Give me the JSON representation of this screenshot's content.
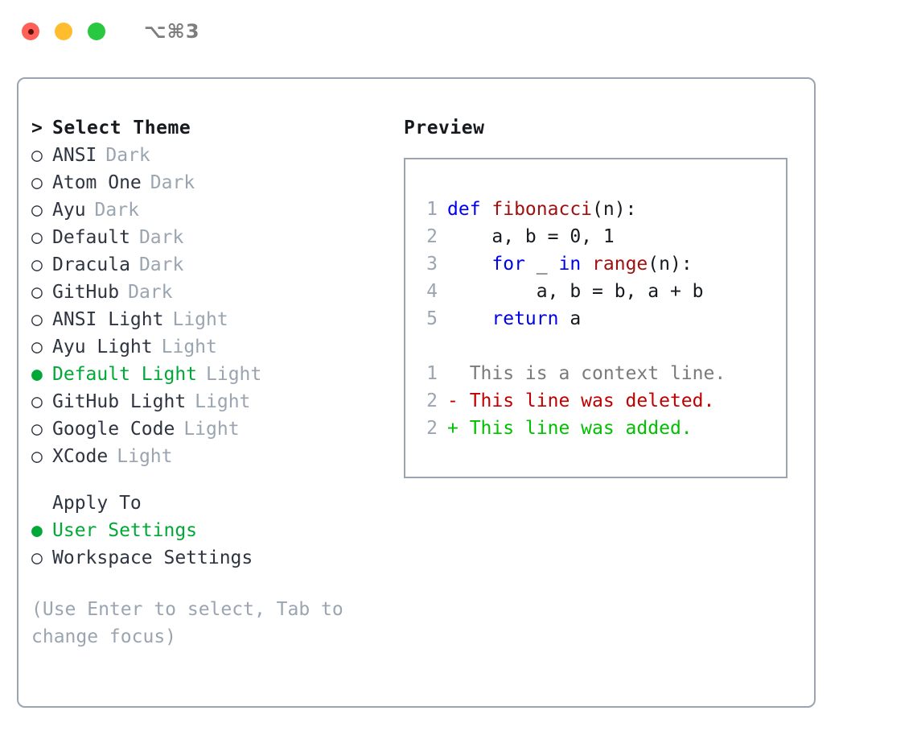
{
  "window": {
    "traffic_lights": [
      "close",
      "minimize",
      "maximize"
    ],
    "shortcut_hint": "⌥⌘3",
    "accent_green": "#00a838",
    "border_color": "#9aa5b1",
    "muted_color": "#9aa5b1"
  },
  "theme_list": {
    "header_prefix": ">",
    "header_label": "Select Theme",
    "items": [
      {
        "bullet": "○",
        "selected": false,
        "name": "ANSI",
        "kind": "Dark"
      },
      {
        "bullet": "○",
        "selected": false,
        "name": "Atom One",
        "kind": "Dark"
      },
      {
        "bullet": "○",
        "selected": false,
        "name": "Ayu",
        "kind": "Dark"
      },
      {
        "bullet": "○",
        "selected": false,
        "name": "Default",
        "kind": "Dark"
      },
      {
        "bullet": "○",
        "selected": false,
        "name": "Dracula",
        "kind": "Dark"
      },
      {
        "bullet": "○",
        "selected": false,
        "name": "GitHub",
        "kind": "Dark"
      },
      {
        "bullet": "○",
        "selected": false,
        "name": "ANSI Light",
        "kind": "Light"
      },
      {
        "bullet": "○",
        "selected": false,
        "name": "Ayu Light",
        "kind": "Light"
      },
      {
        "bullet": "●",
        "selected": true,
        "name": "Default Light",
        "kind": "Light"
      },
      {
        "bullet": "○",
        "selected": false,
        "name": "GitHub Light",
        "kind": "Light"
      },
      {
        "bullet": "○",
        "selected": false,
        "name": "Google Code",
        "kind": "Light"
      },
      {
        "bullet": "○",
        "selected": false,
        "name": "XCode",
        "kind": "Light"
      }
    ]
  },
  "apply_to": {
    "header_label": "Apply To",
    "options": [
      {
        "bullet": "●",
        "selected": true,
        "label": "User Settings"
      },
      {
        "bullet": "○",
        "selected": false,
        "label": "Workspace Settings"
      }
    ]
  },
  "hint": "(Use Enter to select, Tab to change focus)",
  "preview": {
    "title": "Preview",
    "code_lines": [
      {
        "number": "1",
        "tokens": [
          {
            "text": "def ",
            "type": "keyword"
          },
          {
            "text": "fibonacci",
            "type": "function"
          },
          {
            "text": "(n):",
            "type": "plain"
          }
        ]
      },
      {
        "number": "2",
        "tokens": [
          {
            "text": "    a, b = 0, 1",
            "type": "plain"
          }
        ]
      },
      {
        "number": "3",
        "tokens": [
          {
            "text": "    ",
            "type": "plain"
          },
          {
            "text": "for",
            "type": "keyword"
          },
          {
            "text": " _ ",
            "type": "plain"
          },
          {
            "text": "in",
            "type": "keyword"
          },
          {
            "text": " ",
            "type": "plain"
          },
          {
            "text": "range",
            "type": "function"
          },
          {
            "text": "(n):",
            "type": "plain"
          }
        ]
      },
      {
        "number": "4",
        "tokens": [
          {
            "text": "        a, b = b, a + b",
            "type": "plain"
          }
        ]
      },
      {
        "number": "5",
        "tokens": [
          {
            "text": "    ",
            "type": "plain"
          },
          {
            "text": "return",
            "type": "keyword"
          },
          {
            "text": " a",
            "type": "plain"
          }
        ]
      }
    ],
    "diff_lines": [
      {
        "number": "1",
        "marker": " ",
        "text": "  This is a context line.",
        "type": "context"
      },
      {
        "number": "2",
        "marker": "-",
        "text": "- This line was deleted.",
        "type": "deleted"
      },
      {
        "number": "2",
        "marker": "+",
        "text": "+ This line was added.",
        "type": "added"
      }
    ]
  }
}
